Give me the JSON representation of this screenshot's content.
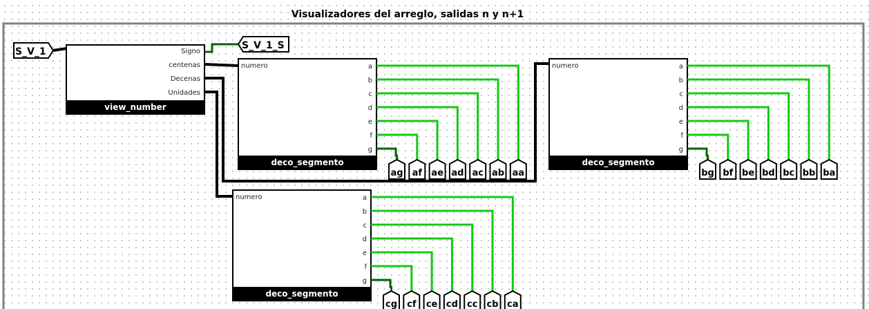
{
  "heading": "Visualizadores del arreglo, salidas n y n+1",
  "input_pin": "S_V_1",
  "output_pin": "S_V_1_S",
  "view_number": {
    "title": "view_number",
    "ports": [
      "Signo",
      "centenas",
      "Decenas",
      "Unidades"
    ]
  },
  "deco": [
    {
      "title": "deco_segmento",
      "input": "numero",
      "outputs": [
        "a",
        "b",
        "c",
        "d",
        "e",
        "f",
        "g"
      ],
      "pins": [
        "ag",
        "af",
        "ae",
        "ad",
        "ac",
        "ab",
        "aa"
      ]
    },
    {
      "title": "deco_segmento",
      "input": "numero",
      "outputs": [
        "a",
        "b",
        "c",
        "d",
        "e",
        "f",
        "g"
      ],
      "pins": [
        "bg",
        "bf",
        "be",
        "bd",
        "bc",
        "bb",
        "ba"
      ]
    },
    {
      "title": "deco_segmento",
      "input": "numero",
      "outputs": [
        "a",
        "b",
        "c",
        "d",
        "e",
        "f",
        "g"
      ],
      "pins": [
        "cg",
        "cf",
        "ce",
        "cd",
        "cc",
        "cb",
        "ca"
      ]
    }
  ],
  "colors": {
    "wire_active": "#14c814",
    "wire_dark": "#006400",
    "bus": "#000000",
    "frame": "#808080"
  }
}
